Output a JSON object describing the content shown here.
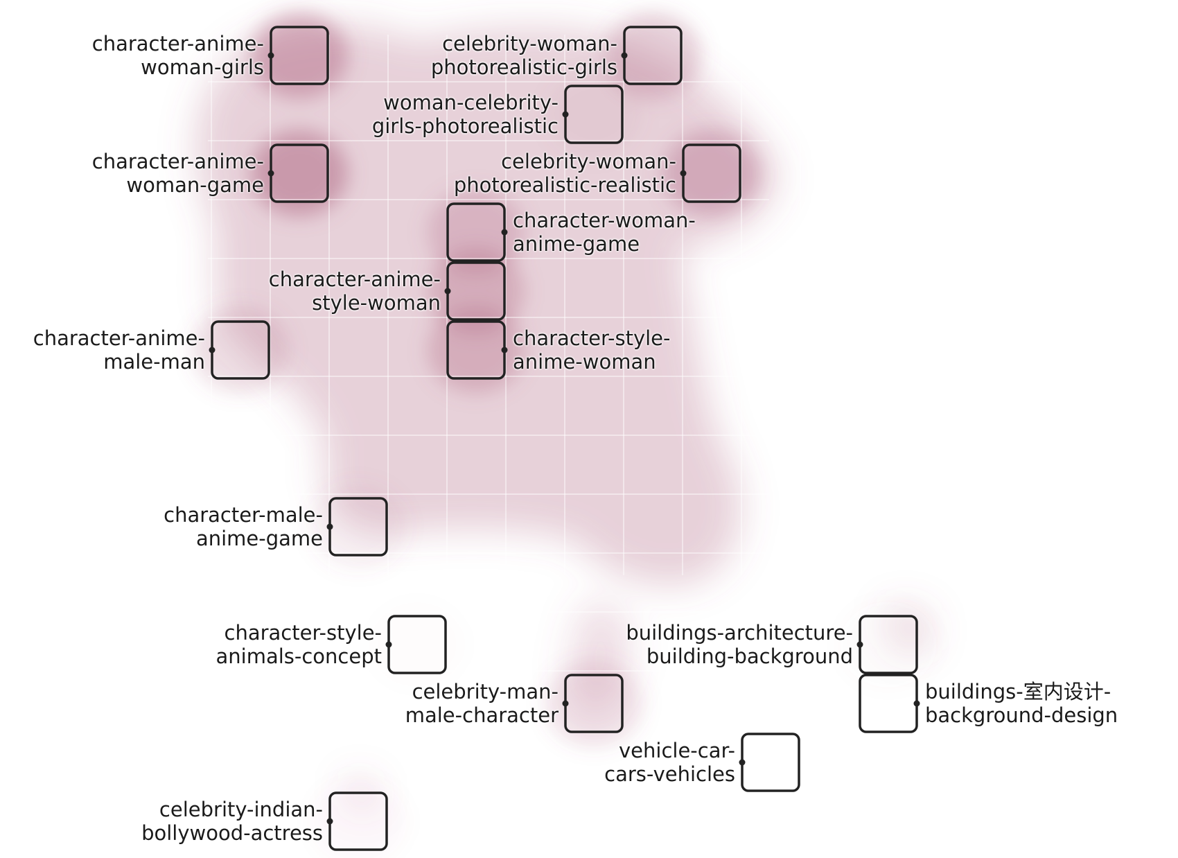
{
  "colors": {
    "density": "#a85878",
    "box_stroke": "#222222",
    "grid": "#ffffff",
    "text": "#1a1a1a"
  },
  "map": {
    "grid_cols": 12,
    "grid_rows": 12
  },
  "clusters": [
    {
      "id": "c1",
      "line1": "character-anime-",
      "line2": "woman-girls",
      "label_side": "left",
      "density": 0.75
    },
    {
      "id": "c2",
      "line1": "celebrity-woman-",
      "line2": "photorealistic-girls",
      "label_side": "left",
      "density": 0.5
    },
    {
      "id": "c3",
      "line1": "woman-celebrity-",
      "line2": "girls-photorealistic",
      "label_side": "left",
      "density": 0.12
    },
    {
      "id": "c4",
      "line1": "character-anime-",
      "line2": "woman-game",
      "label_side": "left",
      "density": 0.85
    },
    {
      "id": "c5",
      "line1": "celebrity-woman-",
      "line2": "photorealistic-realistic",
      "label_side": "left",
      "density": 0.6
    },
    {
      "id": "c6",
      "line1": "character-woman-",
      "line2": "anime-game",
      "label_side": "right",
      "density": 0.45
    },
    {
      "id": "c7",
      "line1": "character-anime-",
      "line2": "style-woman",
      "label_side": "left",
      "density": 0.55
    },
    {
      "id": "c8",
      "line1": "character-anime-",
      "line2": "male-man",
      "label_side": "left",
      "density": 0.35
    },
    {
      "id": "c9",
      "line1": "character-style-",
      "line2": "anime-woman",
      "label_side": "right",
      "density": 0.55
    },
    {
      "id": "c10",
      "line1": "character-male-",
      "line2": "anime-game",
      "label_side": "left",
      "density": 0.15
    },
    {
      "id": "c11",
      "line1": "character-style-",
      "line2": "animals-concept",
      "label_side": "left",
      "density": 0.02
    },
    {
      "id": "c12",
      "line1": "buildings-architecture-",
      "line2": "building-background",
      "label_side": "left",
      "density": 0.04
    },
    {
      "id": "c13",
      "line1": "celebrity-man-",
      "line2": "male-character",
      "label_side": "left",
      "density": 0.3
    },
    {
      "id": "c14",
      "line1": "buildings-室内设计-",
      "line2": "background-design",
      "label_side": "right",
      "density": 0.0
    },
    {
      "id": "c15",
      "line1": "vehicle-car-",
      "line2": "cars-vehicles",
      "label_side": "left",
      "density": 0.0
    },
    {
      "id": "c16",
      "line1": "celebrity-indian-",
      "line2": "bollywood-actress",
      "label_side": "left",
      "density": 0.05
    }
  ]
}
